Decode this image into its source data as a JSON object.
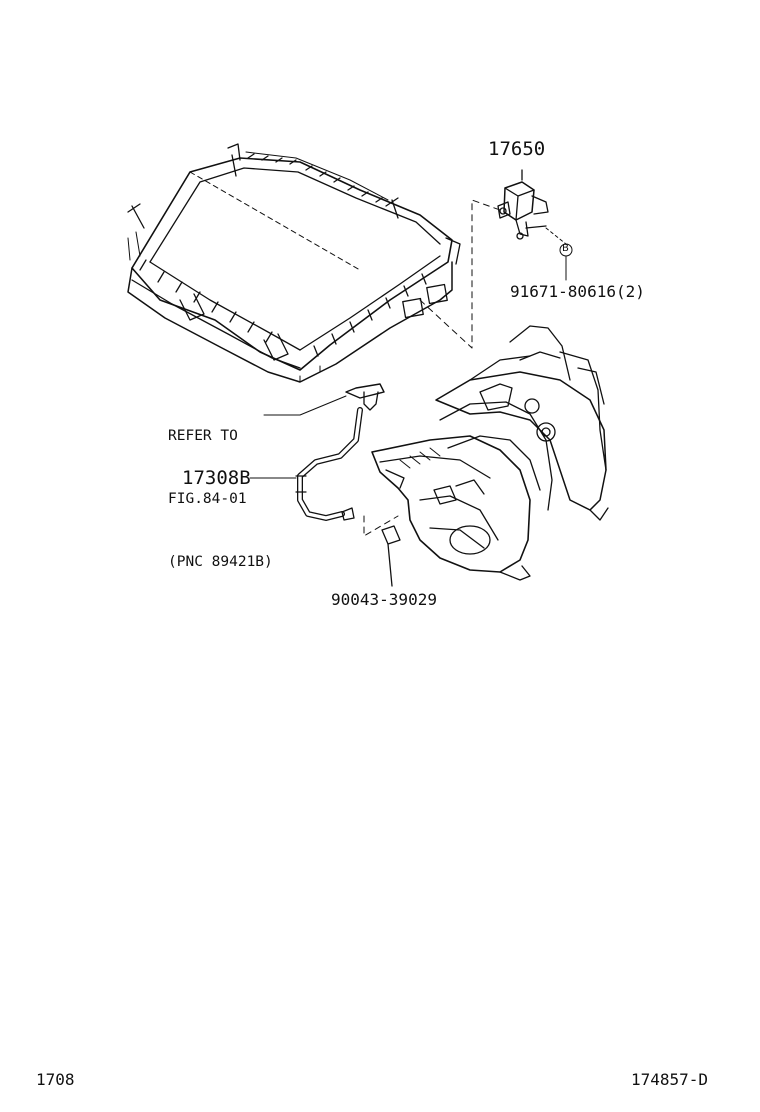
{
  "diagram": {
    "callouts": {
      "sensor_part": "17650",
      "bolt_part": "91671-80616(2)",
      "bolt_circle_letter": "B",
      "hose_part": "17308B",
      "plug_part": "90043-39029"
    },
    "reference_note": {
      "line1": "REFER TO",
      "line2": "FIG.84-01",
      "line3": "(PNC 89421B)"
    }
  },
  "footer": {
    "page_code": "1708",
    "illustration_code": "174857-D"
  },
  "colors": {
    "ink": "#111111",
    "paper": "#ffffff"
  }
}
